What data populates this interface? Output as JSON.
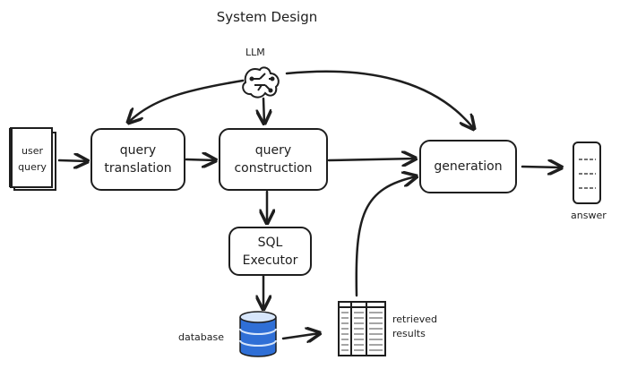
{
  "title": "System Design",
  "llm_label": "LLM",
  "user_query": {
    "line1": "user",
    "line2": "query"
  },
  "nodes": {
    "query_translation": {
      "line1": "query",
      "line2": "translation"
    },
    "query_construction": {
      "line1": "query",
      "line2": "construction"
    },
    "sql_executor": {
      "line1": "SQL",
      "line2": "Executor"
    },
    "generation": {
      "label": "generation"
    }
  },
  "database_label": "database",
  "retrieved_results": {
    "line1": "retrieved",
    "line2": "results"
  },
  "answer_label": "answer",
  "colors": {
    "stroke": "#1e1e1e",
    "database_fill": "#2f6fd6",
    "database_light": "#d7e6fb"
  }
}
